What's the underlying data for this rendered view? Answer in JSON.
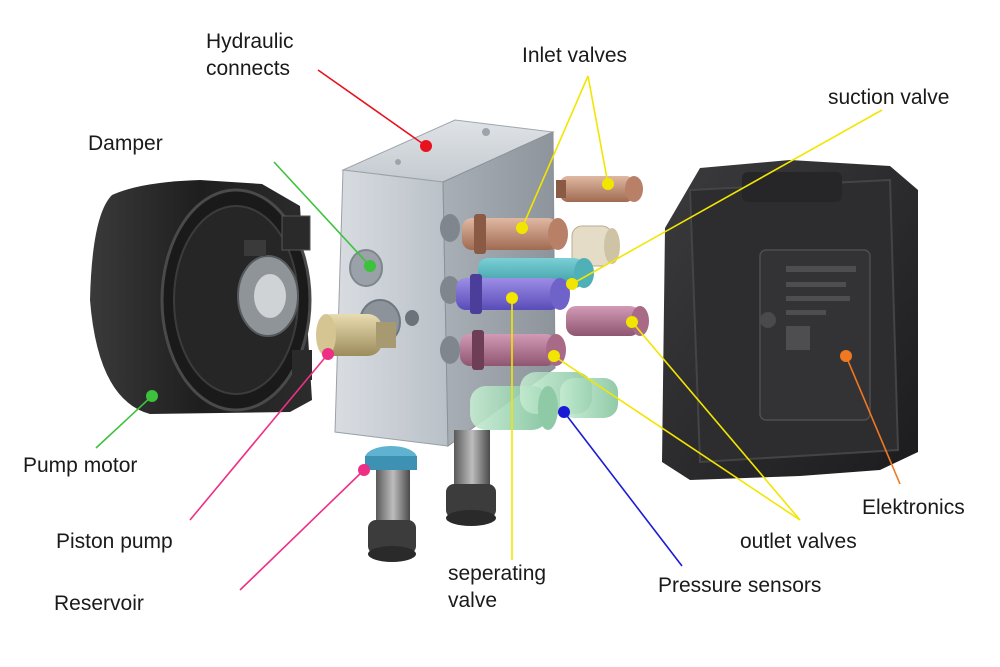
{
  "colors": {
    "red": "#e8121e",
    "green": "#3cc23c",
    "yellow": "#f2e600",
    "pink": "#ee2f86",
    "blue": "#1b1bd6",
    "orange": "#f07820"
  },
  "labels": {
    "hydraulic_connects": [
      "Hydraulic",
      "connects"
    ],
    "inlet_valves": "Inlet valves",
    "suction_valve": "suction valve",
    "damper": "Damper",
    "pump_motor": "Pump motor",
    "piston_pump": "Piston pump",
    "reservoir": "Reservoir",
    "seperating_valve": [
      "seperating",
      "valve"
    ],
    "pressure_sensors": "Pressure sensors",
    "outlet_valves": "outlet valves",
    "elektronics": "Elektronics"
  },
  "icons": {
    "pump_motor": "cylindrical-motor",
    "hydraulic_block": "aluminium-valve-block",
    "electronics": "control-unit-housing",
    "springs": "coil-spring"
  }
}
